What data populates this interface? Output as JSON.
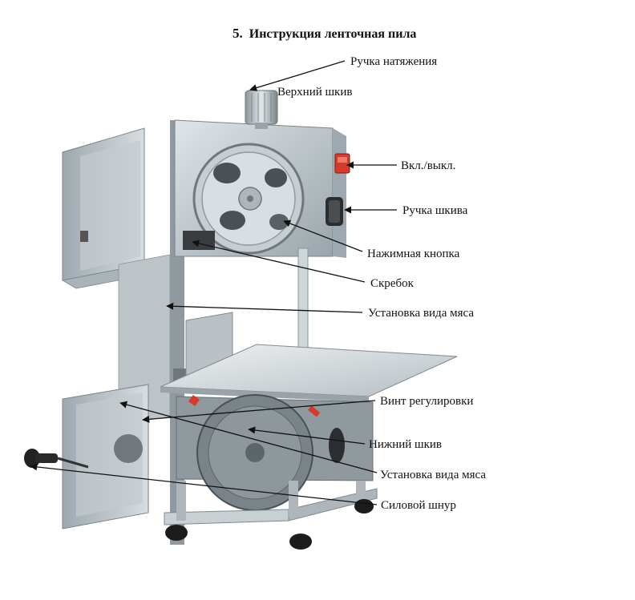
{
  "title": {
    "number": "5.",
    "text": "Инструкция ленточная пила"
  },
  "callouts": {
    "tension_handle": "Ручка натяжения",
    "upper_pulley": "Верхний шкив",
    "power_switch": "Вкл./выкл.",
    "pulley_handle": "Ручка шкива",
    "push_button": "Нажимная кнопка",
    "scraper": "Скребок",
    "meat_setting_upper": "Установка вида мяса",
    "adjust_screw": "Винт регулировки",
    "lower_pulley": "Нижний шкив",
    "meat_setting_lower": "Установка вида мяса",
    "power_cord": "Силовой шнур"
  },
  "icons": {
    "switch": "red-rocker-switch-icon",
    "knob": "knurled-knob-icon"
  },
  "colors": {
    "machine_body": "#b9c2c7",
    "machine_shadow": "#7f8a91",
    "accent_red": "#d63a2a",
    "feet": "#1c1c1c"
  }
}
